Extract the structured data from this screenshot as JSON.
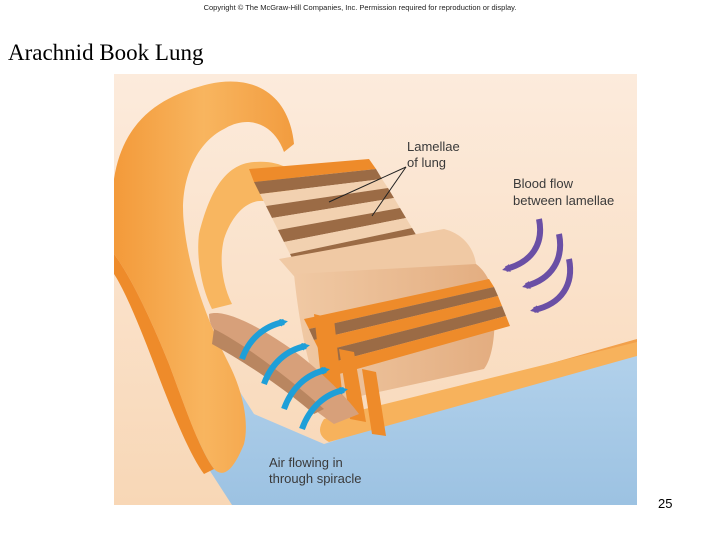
{
  "header": {
    "copyright": "Copyright © The McGraw-Hill Companies, Inc. Permission required for reproduction or display."
  },
  "slide": {
    "title": "Arachnid Book Lung",
    "page_number": "25"
  },
  "figure": {
    "labels": {
      "lamellae_line1": "Lamellae",
      "lamellae_line2": "of lung",
      "blood_line1": "Blood flow",
      "blood_line2": "between lamellae",
      "air_line1": "Air flowing in",
      "air_line2": "through spiracle"
    },
    "colors": {
      "background_top": "#fbe8d6",
      "background_bottom": "#f9dcc0",
      "air_space": "#a9cbe6",
      "body_wall": "#f5a54a",
      "body_wall_light": "#fbc178",
      "lamella_face": "#e8b58a",
      "lamella_dark": "#9b6b45",
      "lamella_edge": "#ee8b2a",
      "blood_arrow": "#6a4fa5",
      "air_arrow": "#1e9fd8",
      "leader_line": "#222222"
    }
  }
}
